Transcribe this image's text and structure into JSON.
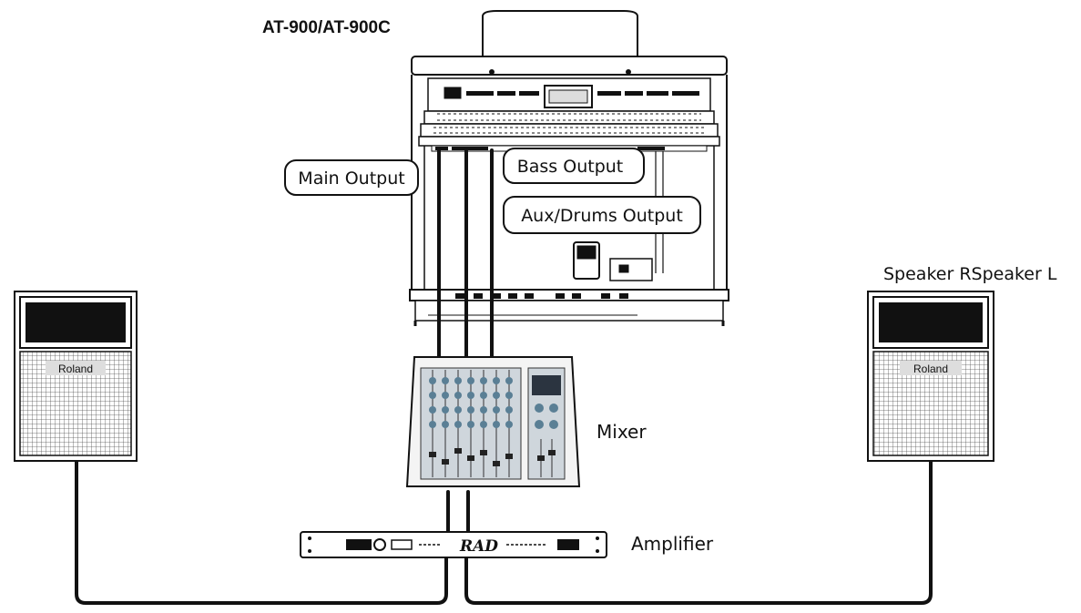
{
  "diagram": {
    "title": "AT-900/AT-900C",
    "labels": {
      "main_output": "Main Output",
      "bass_output": "Bass Output",
      "aux_output": "Aux/Drums Output",
      "speakers": "Speaker RSpeaker L",
      "mixer": "Mixer",
      "amplifier": "Amplifier"
    },
    "speaker_brand": "Roland",
    "amp_brand": "RAD",
    "components": {
      "organ": "organ-icon",
      "mixer": "mixer-icon",
      "amplifier": "amplifier-icon",
      "speaker_left": "speaker-icon",
      "speaker_right": "speaker-icon"
    },
    "colors": {
      "line": "#111111",
      "background": "#ffffff"
    }
  }
}
